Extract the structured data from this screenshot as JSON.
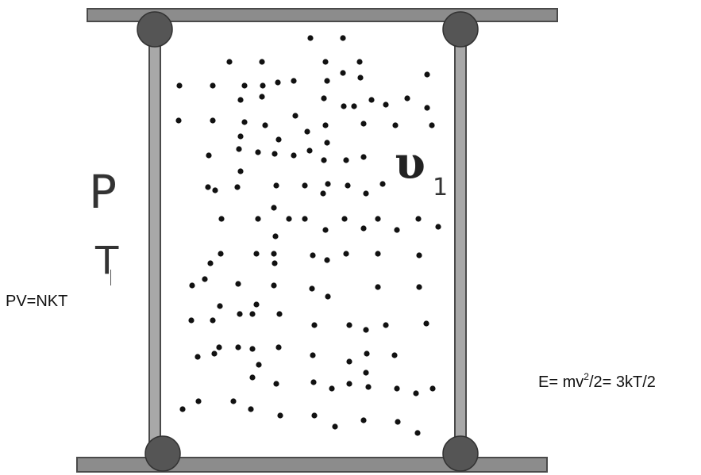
{
  "labels": {
    "pressure": "P",
    "temperature": "T",
    "velocity_symbol": "υ",
    "velocity_subscript": "1",
    "ideal_gas_law": "PV=NKT",
    "energy_prefix": "E= mv",
    "energy_exponent": "2",
    "energy_suffix": "/2= 3kT/2"
  },
  "colors": {
    "plate_fill": "#8c8c8c",
    "plate_stroke": "#4a4a4a",
    "wall_fill": "#a8a8a8",
    "joint_fill": "#555555",
    "particle": "#111111"
  }
}
